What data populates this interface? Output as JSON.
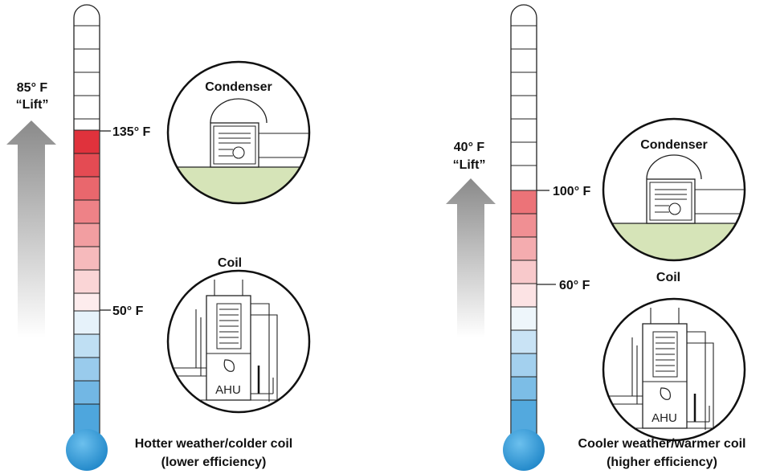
{
  "colors": {
    "hot": "#e0323c",
    "cold": "#3a9fd8",
    "ground": "#d6e4b8",
    "arrow": "#8a8a8a"
  },
  "panels": [
    {
      "lift_value": "85° F",
      "lift_word": "“Lift”",
      "high_temp": "135° F",
      "low_temp": "50° F",
      "condenser_label": "Condenser",
      "coil_label": "Coil",
      "ahu_label": "AHU",
      "caption_line1": "Hotter weather/colder coil",
      "caption_line2": "(lower efficiency)"
    },
    {
      "lift_value": "40° F",
      "lift_word": "“Lift”",
      "high_temp": "100° F",
      "low_temp": "60° F",
      "condenser_label": "Condenser",
      "coil_label": "Coil",
      "ahu_label": "AHU",
      "caption_line1": "Cooler weather/warmer coil",
      "caption_line2": "(higher efficiency)"
    }
  ]
}
